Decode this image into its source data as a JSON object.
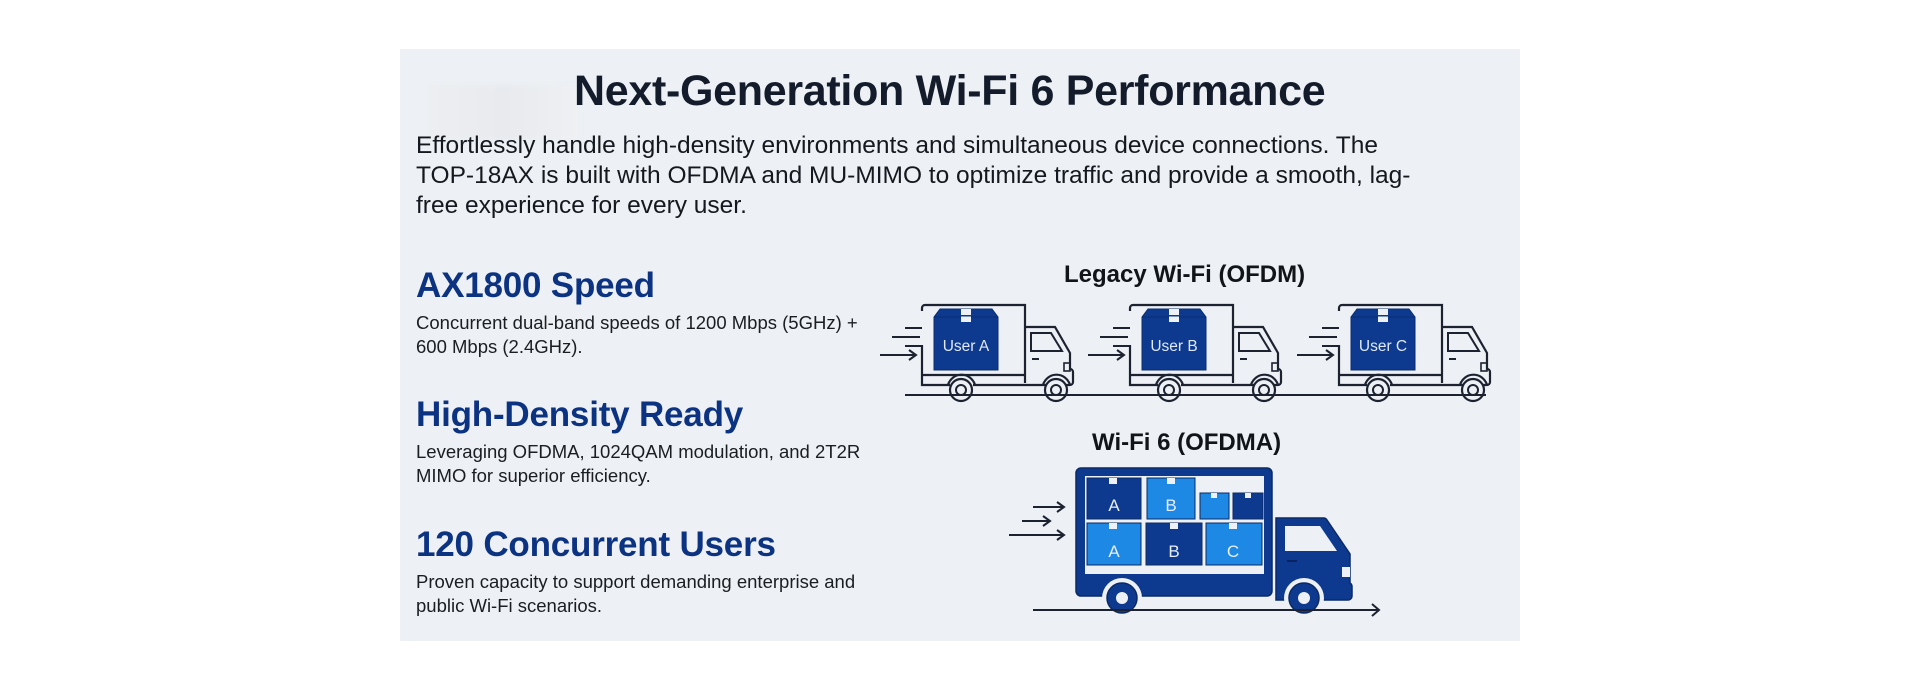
{
  "header": {
    "title": "Next-Generation Wi-Fi 6 Performance",
    "intro": "Effortlessly handle high-density environments and simultaneous device connections. The TOP-18AX is built with OFDMA and MU-MIMO to optimize traffic and provide a smooth, lag-free experience for every user."
  },
  "features": [
    {
      "heading": "AX1800 Speed",
      "description": "Concurrent dual-band speeds of 1200 Mbps (5GHz) + 600 Mbps (2.4GHz)."
    },
    {
      "heading": "High-Density Ready",
      "description": "Leveraging OFDMA, 1024QAM modulation, and 2T2R MIMO for superior efficiency."
    },
    {
      "heading": "120 Concurrent Users",
      "description": "Proven capacity to support demanding enterprise and public Wi-Fi scenarios."
    }
  ],
  "diagram": {
    "legacy": {
      "label": "Legacy Wi-Fi (OFDM)",
      "trucks": [
        {
          "box_label": "User A"
        },
        {
          "box_label": "User B"
        },
        {
          "box_label": "User C"
        }
      ]
    },
    "wifi6": {
      "label": "Wi-Fi 6 (OFDMA)",
      "top_row": [
        "A",
        "B",
        "",
        ""
      ],
      "bottom_row": [
        "A",
        "B",
        "C"
      ]
    }
  },
  "colors": {
    "panel_bg": "#edf0f4",
    "heading_navy": "#0c3382",
    "box_dark": "#0d3a8e",
    "box_light": "#1e88e5",
    "truck_body": "#0d3a8e",
    "outline": "#1c2230"
  }
}
